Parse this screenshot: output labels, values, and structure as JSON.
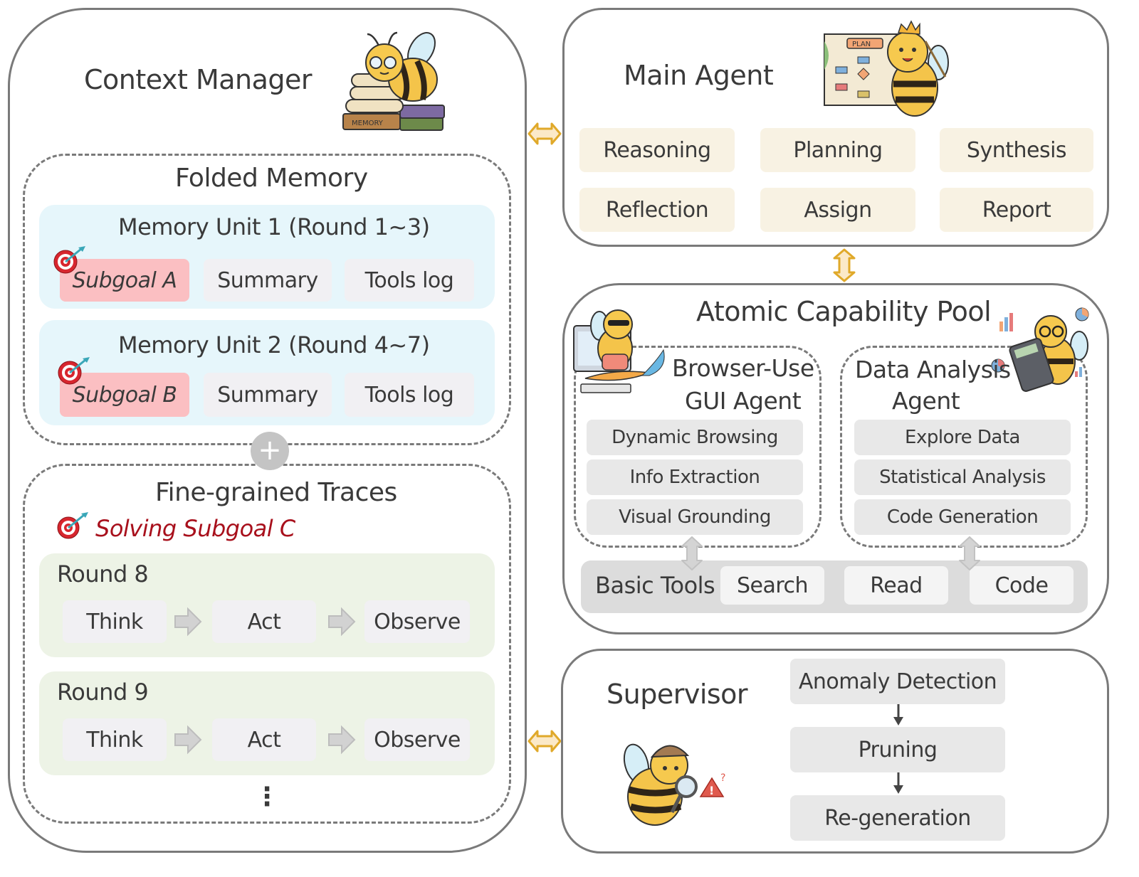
{
  "context_manager": {
    "title": "Context Manager",
    "folded_memory": {
      "title": "Folded Memory",
      "units": [
        {
          "title": "Memory Unit 1 (Round 1~3)",
          "subgoal": "Subgoal A",
          "summary": "Summary",
          "tools_log": "Tools log"
        },
        {
          "title": "Memory Unit 2 (Round 4~7)",
          "subgoal": "Subgoal B",
          "summary": "Summary",
          "tools_log": "Tools log"
        }
      ]
    },
    "plus_symbol": "+",
    "fine_grained": {
      "title": "Fine-grained Traces",
      "solving": "Solving Subgoal C",
      "rounds": [
        {
          "title": "Round 8",
          "steps": [
            "Think",
            "Act",
            "Observe"
          ]
        },
        {
          "title": "Round 9",
          "steps": [
            "Think",
            "Act",
            "Observe"
          ]
        }
      ],
      "ellipsis": "⋮"
    }
  },
  "main_agent": {
    "title": "Main Agent",
    "plan_label": "PLAN",
    "capabilities": [
      "Reasoning",
      "Planning",
      "Synthesis",
      "Reflection",
      "Assign",
      "Report"
    ]
  },
  "atomic_pool": {
    "title": "Atomic Capability Pool",
    "browser_agent": {
      "title_line1": "Browser-Use",
      "title_line2": "GUI Agent",
      "skills": [
        "Dynamic Browsing",
        "Info Extraction",
        "Visual Grounding"
      ]
    },
    "data_agent": {
      "title_line1": "Data Analysis",
      "title_line2": "Agent",
      "skills": [
        "Explore Data",
        "Statistical Analysis",
        "Code Generation"
      ]
    },
    "basic_tools": {
      "label": "Basic Tools",
      "tools": [
        "Search",
        "Read",
        "Code"
      ]
    }
  },
  "supervisor": {
    "title": "Supervisor",
    "steps": [
      "Anomaly Detection",
      "Pruning",
      "Re-generation"
    ]
  },
  "colors": {
    "connector_gold": "#e0a92a",
    "connector_fill": "#fbe9c8",
    "subgoal_red": "#a8101c",
    "memory_bg": "#e6f6fb",
    "trace_bg": "#edf3e6",
    "subgoal_bg": "#fbbfc2",
    "cream_bg": "#f8f2e3"
  }
}
